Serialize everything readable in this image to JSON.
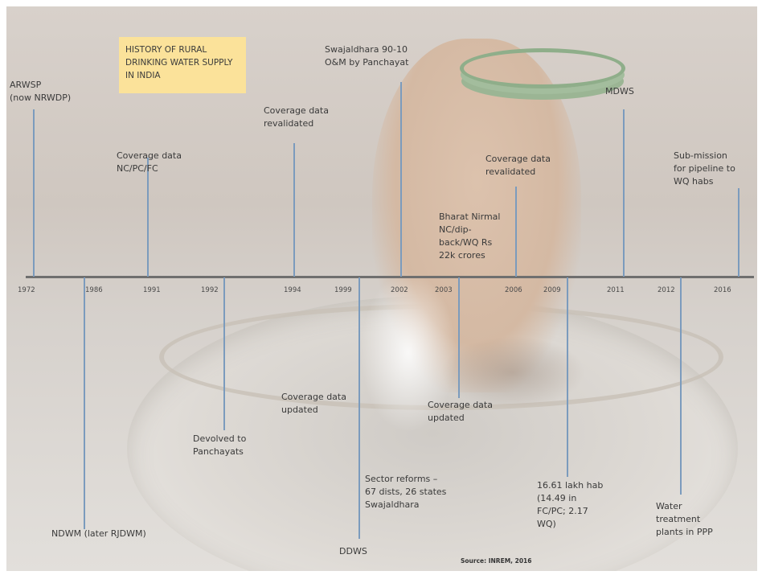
{
  "title": "HISTORY OF RURAL DRINKING WATER SUPPLY IN INDIA",
  "years": [
    "1972",
    "1986",
    "1991",
    "1992",
    "1994",
    "1999",
    "2002",
    "2003",
    "2006",
    "2009",
    "2011",
    "2012",
    "2016"
  ],
  "events_above": [
    {
      "text": "ARWSP\n(now NRWDP)"
    },
    {
      "text": "Coverage data\nNC/PC/FC"
    },
    {
      "text": "Coverage data\nrevalidated"
    },
    {
      "text": "Swajaldhara 90-10\nO&M by Panchayat"
    },
    {
      "text": "Bharat Nirmal\nNC/dip-\nback/WQ Rs\n22k crores"
    },
    {
      "text": "Coverage data\nrevalidated"
    },
    {
      "text": "MDWS"
    },
    {
      "text": "Sub-mission\nfor pipeline to\nWQ habs"
    }
  ],
  "events_below": [
    {
      "text": "NDWM (later RJDWM)"
    },
    {
      "text": "Devolved to\nPanchayats"
    },
    {
      "text": "Coverage data\nupdated"
    },
    {
      "text": "DDWS"
    },
    {
      "text": "Sector reforms –\n67 dists, 26 states\nSwajaldhara"
    },
    {
      "text": "Coverage data\nupdated"
    },
    {
      "text": "16.61 lakh hab\n(14.49 in\nFC/PC; 2.17\nWQ)"
    },
    {
      "text": "Water\ntreatment\nplants in PPP"
    }
  ],
  "source": "Source: INREM, 2016"
}
